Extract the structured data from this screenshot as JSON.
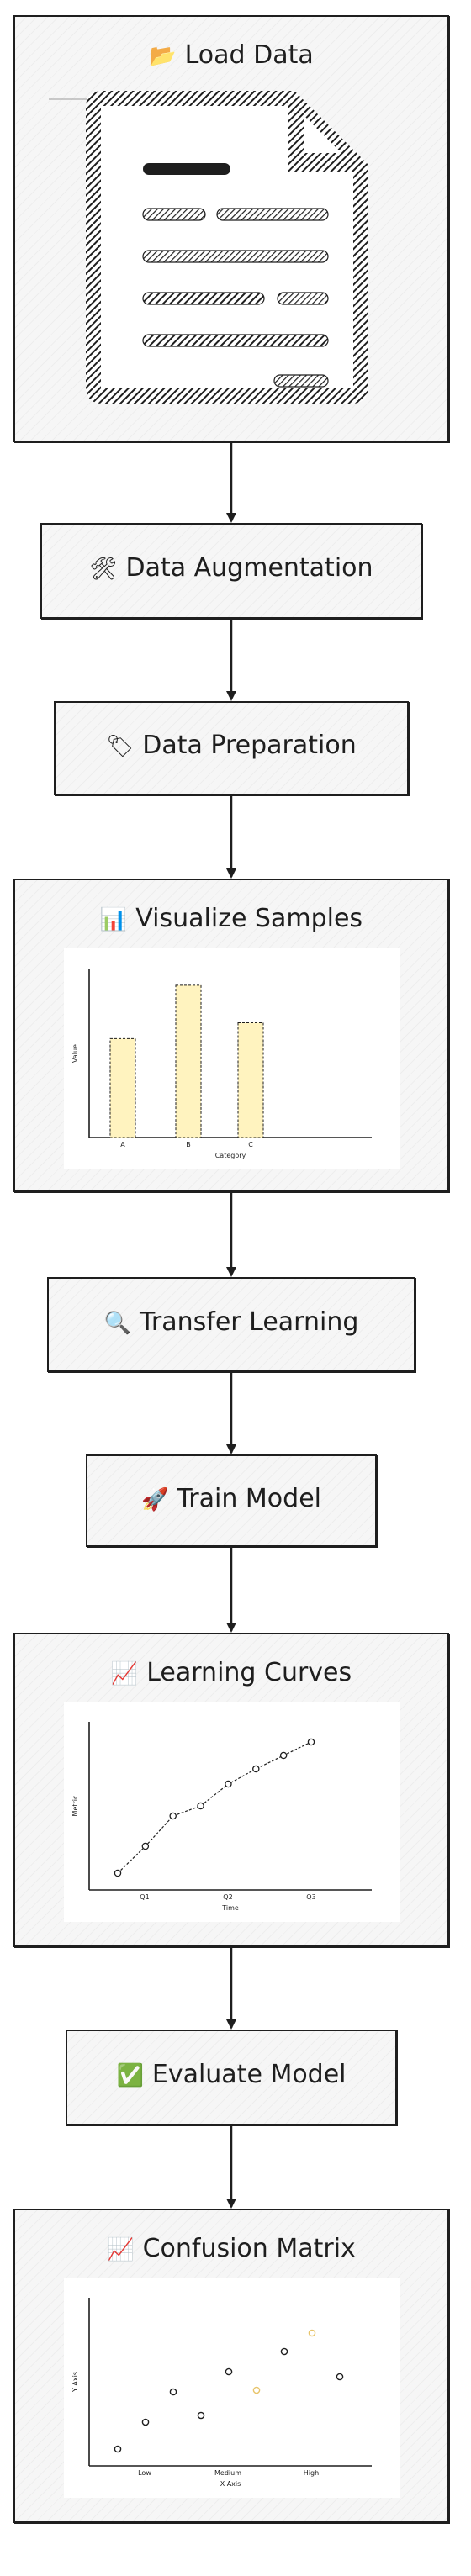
{
  "nodes": {
    "load_data": {
      "title": "Load Data",
      "icon": "📂"
    },
    "data_augmentation": {
      "title": "Data Augmentation",
      "icon": "🛠"
    },
    "data_preparation": {
      "title": "Data Preparation",
      "icon": "🏷"
    },
    "visualize_samples": {
      "title": "Visualize Samples",
      "icon": "📊"
    },
    "transfer_learning": {
      "title": "Transfer Learning",
      "icon": "🔍"
    },
    "train_model": {
      "title": "Train Model",
      "icon": "🚀"
    },
    "learning_curves": {
      "title": "Learning Curves",
      "icon": "📈"
    },
    "evaluate_model": {
      "title": "Evaluate Model",
      "icon": "✅"
    },
    "confusion_matrix": {
      "title": "Confusion Matrix",
      "icon": "📈"
    }
  },
  "chart_data": [
    {
      "type": "bar",
      "categories": [
        "A",
        "B",
        "C"
      ],
      "values": [
        50,
        77,
        58
      ],
      "xlabel": "Category",
      "ylabel": "Value",
      "ylim": [
        0,
        85
      ],
      "bar_color": "#fff3bf"
    },
    {
      "type": "line",
      "x_ticks": [
        "Q1",
        "Q2",
        "Q3"
      ],
      "x": [
        1,
        2,
        3,
        4,
        5,
        6,
        7,
        8
      ],
      "y": [
        10,
        26,
        44,
        50,
        63,
        72,
        80,
        88
      ],
      "xlabel": "Time",
      "ylabel": "Metric",
      "ylim": [
        0,
        100
      ]
    },
    {
      "type": "scatter",
      "x_ticks": [
        "Low",
        "Medium",
        "High"
      ],
      "x": [
        1,
        2,
        3,
        4,
        5,
        6,
        7,
        8,
        9
      ],
      "y": [
        10,
        26,
        44,
        30,
        56,
        45,
        68,
        79,
        53
      ],
      "point_colors": [
        "#1e1e1e",
        "#1e1e1e",
        "#1e1e1e",
        "#1e1e1e",
        "#1e1e1e",
        "#e8c46a",
        "#1e1e1e",
        "#e8c46a",
        "#1e1e1e"
      ],
      "xlabel": "X Axis",
      "ylabel": "Y Axis",
      "ylim": [
        0,
        100
      ]
    }
  ]
}
